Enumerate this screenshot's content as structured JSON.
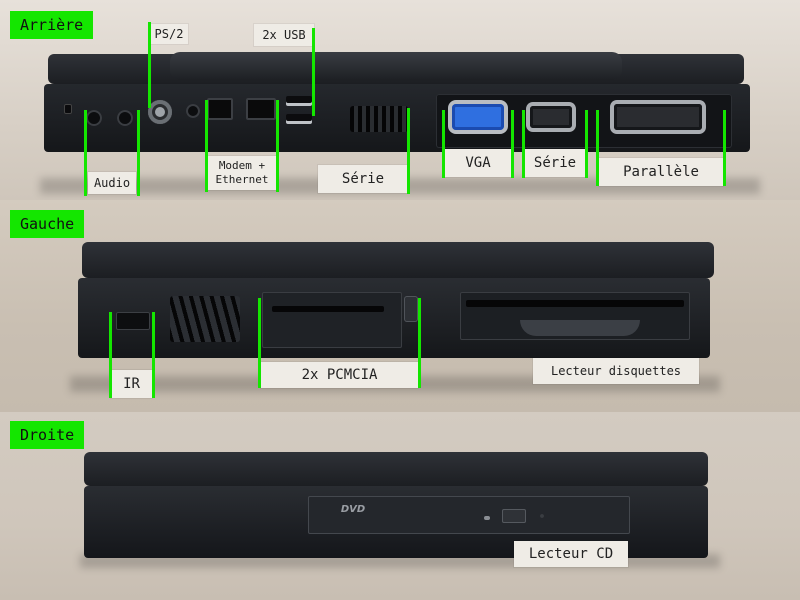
{
  "sections": {
    "back": "Arrière",
    "left": "Gauche",
    "right": "Droite"
  },
  "labels": {
    "ps2": "PS/2",
    "usb": "2x USB",
    "audio": "Audio",
    "modem_ethernet": "Modem +\nEthernet",
    "serie_back": "Série",
    "vga": "VGA",
    "serie": "Série",
    "parallele": "Parallèle",
    "ir": "IR",
    "pcmcia": "2x PCMCIA",
    "floppy": "Lecteur disquettes",
    "cd": "Lecteur CD"
  },
  "colors": {
    "highlight": "#14e600",
    "label_bg": "#efece6",
    "chassis": "#1b1d21",
    "vga_port": "#2f6fe0"
  }
}
